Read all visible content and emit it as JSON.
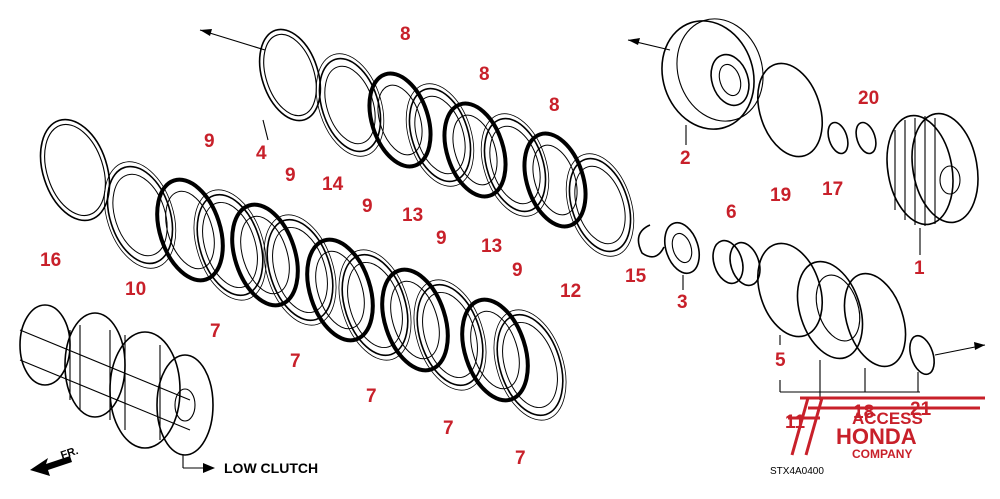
{
  "parts": [
    {
      "key": "p1",
      "label": "1"
    },
    {
      "key": "p2",
      "label": "2"
    },
    {
      "key": "p3",
      "label": "3"
    },
    {
      "key": "p4",
      "label": "4"
    },
    {
      "key": "p5",
      "label": "5"
    },
    {
      "key": "p6",
      "label": "6"
    },
    {
      "key": "p7a",
      "label": "7"
    },
    {
      "key": "p7b",
      "label": "7"
    },
    {
      "key": "p7c",
      "label": "7"
    },
    {
      "key": "p7d",
      "label": "7"
    },
    {
      "key": "p7e",
      "label": "7"
    },
    {
      "key": "p8a",
      "label": "8"
    },
    {
      "key": "p8b",
      "label": "8"
    },
    {
      "key": "p8c",
      "label": "8"
    },
    {
      "key": "p9a",
      "label": "9"
    },
    {
      "key": "p9b",
      "label": "9"
    },
    {
      "key": "p9c",
      "label": "9"
    },
    {
      "key": "p9d",
      "label": "9"
    },
    {
      "key": "p9e",
      "label": "9"
    },
    {
      "key": "p10",
      "label": "10"
    },
    {
      "key": "p11",
      "label": "11"
    },
    {
      "key": "p12",
      "label": "12"
    },
    {
      "key": "p13a",
      "label": "13"
    },
    {
      "key": "p13b",
      "label": "13"
    },
    {
      "key": "p14",
      "label": "14"
    },
    {
      "key": "p15",
      "label": "15"
    },
    {
      "key": "p16",
      "label": "16"
    },
    {
      "key": "p17",
      "label": "17"
    },
    {
      "key": "p18",
      "label": "18"
    },
    {
      "key": "p19",
      "label": "19"
    },
    {
      "key": "p20",
      "label": "20"
    },
    {
      "key": "p21",
      "label": "21"
    }
  ],
  "caption": "LOW CLUTCH",
  "front_label": "FR.",
  "diagram_code": "STX4A0400",
  "watermark": {
    "line1": "ACCESS",
    "line2": "HONDA",
    "line3": "COMPANY"
  },
  "colors": {
    "label": "#c8202a",
    "line": "#000000",
    "background": "#ffffff"
  }
}
